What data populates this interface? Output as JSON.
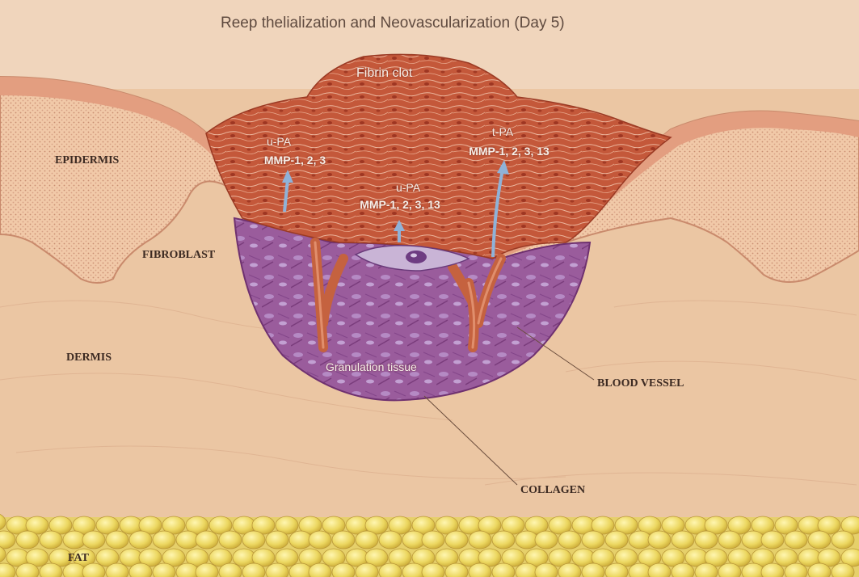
{
  "title": "Reep thelialization and Neovascularization (Day 5)",
  "labels": {
    "fibrin_clot": "Fibrin clot",
    "epidermis": "EPIDERMIS",
    "fibroblast": "FIBROBLAST",
    "dermis": "DERMIS",
    "blood_vessel": "BLOOD VESSEL",
    "collagen": "COLLAGEN",
    "fat": "FAT",
    "granulation_tissue": "Granulation tissue"
  },
  "enzymes": {
    "left": {
      "activator": "u-PA",
      "mmps": "MMP-1, 2, 3"
    },
    "center": {
      "activator": "u-PA",
      "mmps": "MMP-1, 2, 3, 13"
    },
    "right": {
      "activator": "t-PA",
      "mmps": "MMP-1, 2, 3, 13"
    }
  },
  "colors": {
    "background_skin": "#ecc7a4",
    "epidermis": "#e5ac8c",
    "clot": "#c85a3a",
    "granulation": "#9a5c9c",
    "fat": "#e8d66a",
    "vessel": "#c8684a"
  }
}
